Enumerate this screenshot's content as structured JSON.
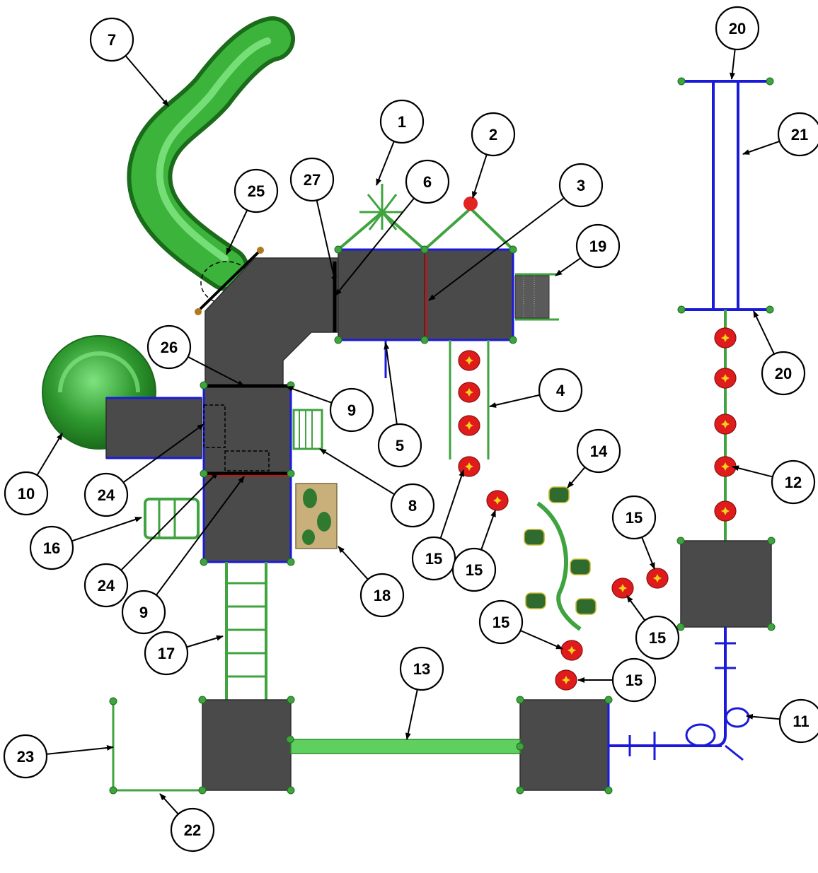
{
  "diagram": {
    "callouts": [
      {
        "id": "c1",
        "label": "1"
      },
      {
        "id": "c2",
        "label": "2"
      },
      {
        "id": "c3",
        "label": "3"
      },
      {
        "id": "c4",
        "label": "4"
      },
      {
        "id": "c5",
        "label": "5"
      },
      {
        "id": "c6",
        "label": "6"
      },
      {
        "id": "c7",
        "label": "7"
      },
      {
        "id": "c8",
        "label": "8"
      },
      {
        "id": "c9a",
        "label": "9"
      },
      {
        "id": "c9b",
        "label": "9"
      },
      {
        "id": "c10",
        "label": "10"
      },
      {
        "id": "c11",
        "label": "11"
      },
      {
        "id": "c12",
        "label": "12"
      },
      {
        "id": "c13",
        "label": "13"
      },
      {
        "id": "c14",
        "label": "14"
      },
      {
        "id": "c15a",
        "label": "15"
      },
      {
        "id": "c15b",
        "label": "15"
      },
      {
        "id": "c15c",
        "label": "15"
      },
      {
        "id": "c15d",
        "label": "15"
      },
      {
        "id": "c15e",
        "label": "15"
      },
      {
        "id": "c15f",
        "label": "15"
      },
      {
        "id": "c16",
        "label": "16"
      },
      {
        "id": "c17",
        "label": "17"
      },
      {
        "id": "c18",
        "label": "18"
      },
      {
        "id": "c19",
        "label": "19"
      },
      {
        "id": "c20a",
        "label": "20"
      },
      {
        "id": "c20b",
        "label": "20"
      },
      {
        "id": "c21",
        "label": "21"
      },
      {
        "id": "c22",
        "label": "22"
      },
      {
        "id": "c23",
        "label": "23"
      },
      {
        "id": "c24a",
        "label": "24"
      },
      {
        "id": "c24b",
        "label": "24"
      },
      {
        "id": "c25",
        "label": "25"
      },
      {
        "id": "c26",
        "label": "26"
      },
      {
        "id": "c27",
        "label": "27"
      }
    ]
  }
}
